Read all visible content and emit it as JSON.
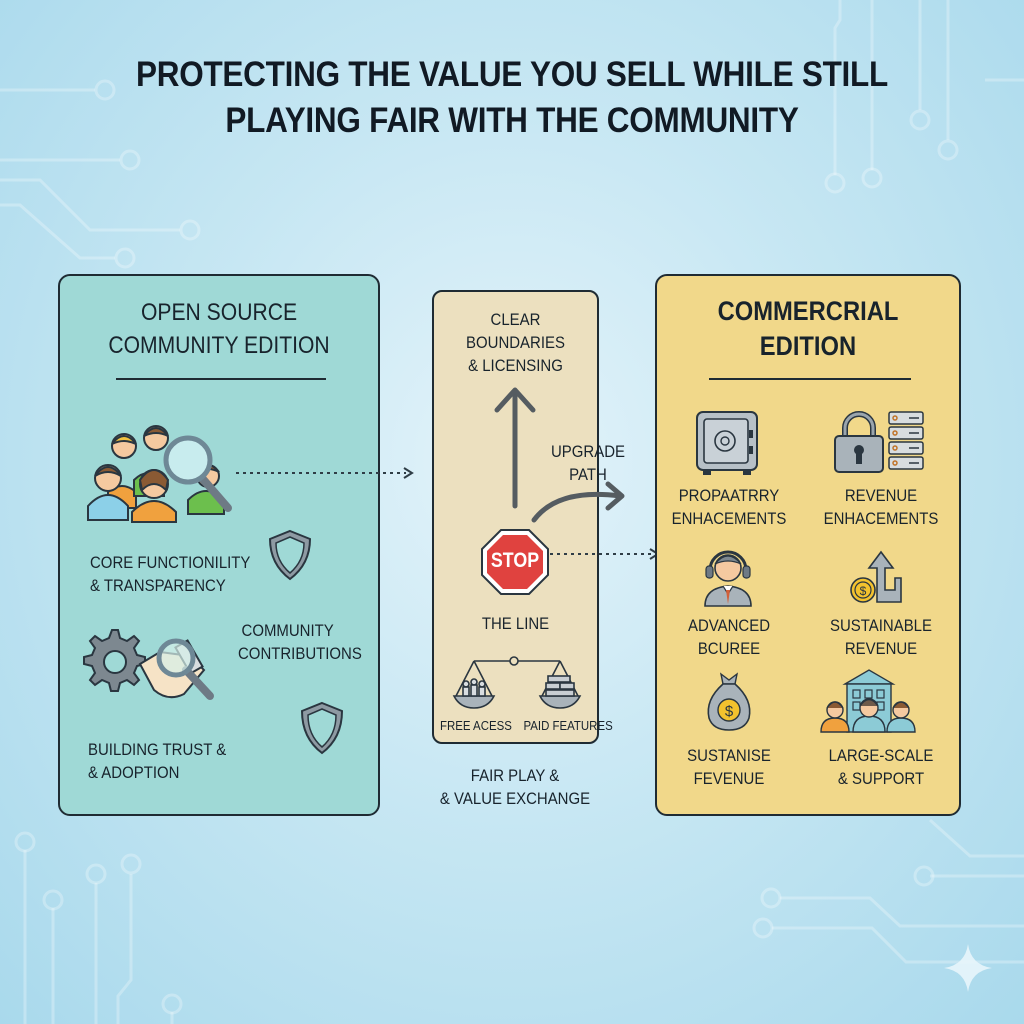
{
  "title": {
    "line1": "PROTECTING THE VALUE YOU SELL WHILE STILL",
    "line2": "PLAYING FAIR WITH THE COMMUNITY"
  },
  "colors": {
    "background": "#c7e7f3",
    "open_source_panel": "#9fd9d6",
    "middle_panel": "#ece0bf",
    "commercial_panel": "#f1d88a",
    "stop_sign": "#e0423f",
    "outline": "#1f2b33"
  },
  "open_source": {
    "heading_line1": "OPEN SOURCE",
    "heading_line2": "COMMUNITY EDITION",
    "items": [
      {
        "icon": "community-people-magnifier-icon",
        "line1": "",
        "line2": ""
      },
      {
        "icon": "shield-icon",
        "line1": "CORE FUNCTIONILITY",
        "line2": "& TRANSPARENCY"
      },
      {
        "icon": "gear-handshake-magnifier-icon",
        "line1": "COMMUNITY",
        "line2": "CONTRIBUTIONS"
      },
      {
        "icon": "shield-icon",
        "line1": "BUILDING TRUST &",
        "line2": "& ADOPTION"
      }
    ]
  },
  "middle": {
    "boundaries_line1": "CLEAR",
    "boundaries_line2": "BOUNDARIES",
    "boundaries_line3": "& LICENSING",
    "upgrade_line1": "UPGRADE",
    "upgrade_line2": "PATH",
    "stop_text": "STOP",
    "line_label": "THE LINE",
    "scale_left": "FREE ACESS",
    "scale_right": "PAID FEATURES",
    "footer_line1": "FAIR PLAY &",
    "footer_line2": "& VALUE EXCHANGE"
  },
  "commercial": {
    "heading_line1": "COMMERCRIAL",
    "heading_line2": "EDITION",
    "items": [
      {
        "icon": "safe-vault-icon",
        "line1": "PROPAATRRY",
        "line2": "ENHACEMENTS"
      },
      {
        "icon": "padlock-server-icon",
        "line1": "REVENUE",
        "line2": "ENHACEMENTS"
      },
      {
        "icon": "support-agent-headset-icon",
        "line1": "ADVANCED",
        "line2": "BCUREE"
      },
      {
        "icon": "coin-growth-arrow-icon",
        "line1": "SUSTAINABLE",
        "line2": "REVENUE"
      },
      {
        "icon": "money-bag-icon",
        "line1": "SUSTANISE",
        "line2": "FEVENUE"
      },
      {
        "icon": "enterprise-building-team-icon",
        "line1": "LARGE-SCALE",
        "line2": "& SUPPORT"
      }
    ]
  }
}
